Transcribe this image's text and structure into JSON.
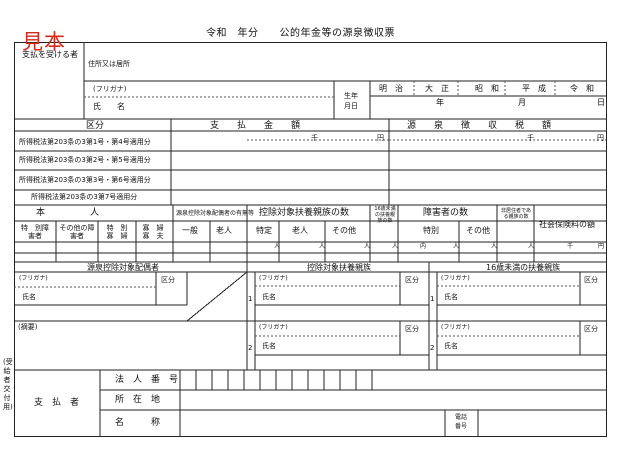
{
  "stamp": "見本",
  "form_title": "令和　年分　　公的年金等の源泉徴収票",
  "payee": {
    "section_label": "支払を受ける者",
    "address_label": "住所又は居所",
    "furigana_label": "(フリガナ)",
    "name_label": "氏　　名",
    "birth_label_1": "生年",
    "birth_label_2": "月日",
    "eras": [
      "明　治",
      "大　正",
      "昭　和",
      "平　成",
      "令　和"
    ],
    "date_units": [
      "年",
      "月",
      "日"
    ]
  },
  "amounts": {
    "headers": [
      "区分",
      "支　　払　　金　　額",
      "源　　泉　　徴　　収　　税　　額"
    ],
    "unit_thousand": "千",
    "unit_yen": "円",
    "rows": [
      "所得税法第203条の3第1号・第4号適用分",
      "所得税法第203条の3第2号・第5号適用分",
      "所得税法第203条の3第3号・第6号適用分",
      "所得税法第203条の3第7号適用分"
    ]
  },
  "deductions": {
    "person_label": "本　　　　　人",
    "spouse_label": "源泉控除対象配偶者の有無等",
    "dependents_label": "控除対象扶養親族の数",
    "under16_label": "16歳未満の扶養親族の数",
    "disabled_label": "障害者の数",
    "nonresident_label": "非居住者である親族の数",
    "social_insurance_label": "社会保険料の額",
    "person_sub": [
      "特　別障害者",
      "その他の障害者",
      "特　別寡　婦",
      "寡　婦寡　夫"
    ],
    "dependents_sub": [
      "一般",
      "老人",
      "特定",
      "老人",
      "その他"
    ],
    "disabled_sub": [
      "特別",
      "その他"
    ],
    "unit_person": "人",
    "unit_internal": "内",
    "unit_thousand": "千",
    "unit_yen": "円"
  },
  "family": {
    "spouse_header": "源泉控除対象配偶者",
    "dependents_header": "控除対象扶養親族",
    "under16_header": "16歳未満の扶養親族",
    "furigana": "(フリガナ)",
    "kubun": "区分",
    "name": "氏名",
    "index": [
      "1",
      "2"
    ],
    "remarks": "(摘要)"
  },
  "payer": {
    "section_label": "支　払　者",
    "corp_number": "法　人　番　号",
    "address": "所　在　地",
    "name": "名　　　称",
    "phone_1": "電話",
    "phone_2": "番号",
    "side_note": "(受給者交付用)"
  }
}
